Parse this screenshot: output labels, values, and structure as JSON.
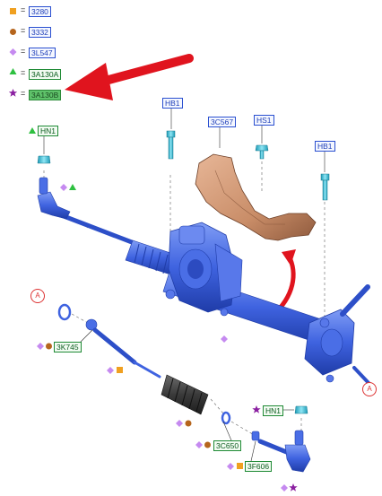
{
  "legend": [
    {
      "symbol": "square",
      "color": "#f0a020",
      "code": "3280"
    },
    {
      "symbol": "circle",
      "color": "#b5651d",
      "code": "3332"
    },
    {
      "symbol": "diamond",
      "color": "#c58af0",
      "code": "3L547"
    },
    {
      "symbol": "triangle",
      "color": "#2ec040",
      "code": "3A130A"
    },
    {
      "symbol": "star",
      "color": "#8a1fa0",
      "code": "3A130B"
    }
  ],
  "legend_equals": "=",
  "callouts": {
    "hn1_left": "HN1",
    "hb1_left": "HB1",
    "c3c567": "3C567",
    "hs1": "HS1",
    "hb1_right": "HB1",
    "c3k745": "3K745",
    "hn1_bottom": "HN1",
    "c3c650": "3C650",
    "c3f606": "3F606"
  },
  "refs": {
    "a_left": "A",
    "a_right": "A"
  },
  "colors": {
    "rack_blue": "#3f63e0",
    "rack_dark": "#1f3ca8",
    "shield_copper": "#c98d68",
    "arrow_red": "#e0141e",
    "bolt_cyan": "#3fc8e0"
  }
}
